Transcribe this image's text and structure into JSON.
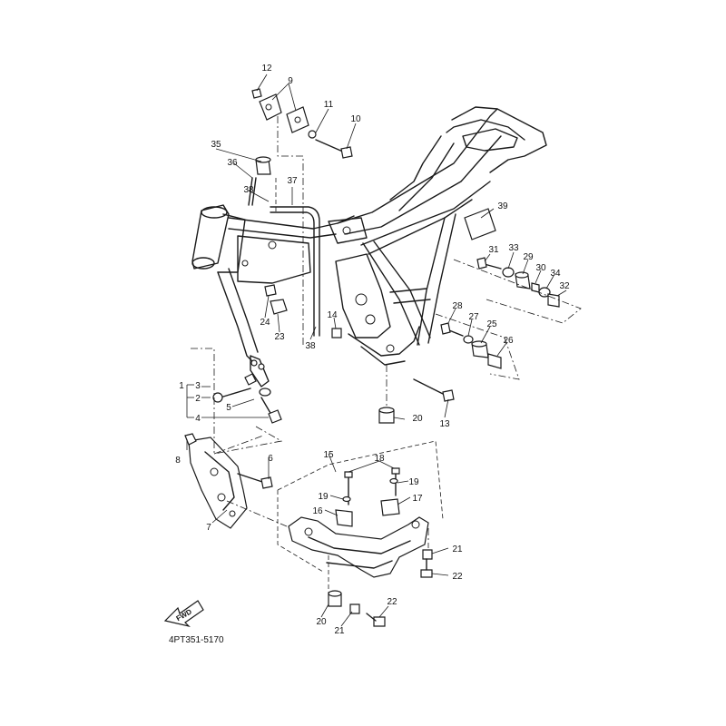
{
  "diagram": {
    "reference_code": "4PT351-5170",
    "fwd_label": "FWD",
    "callouts": [
      {
        "id": "c1",
        "label": "1"
      },
      {
        "id": "c2",
        "label": "2"
      },
      {
        "id": "c3",
        "label": "3"
      },
      {
        "id": "c4",
        "label": "4"
      },
      {
        "id": "c5",
        "label": "5"
      },
      {
        "id": "c6",
        "label": "6"
      },
      {
        "id": "c7",
        "label": "7"
      },
      {
        "id": "c8",
        "label": "8"
      },
      {
        "id": "c9",
        "label": "9"
      },
      {
        "id": "c10",
        "label": "10"
      },
      {
        "id": "c11",
        "label": "11"
      },
      {
        "id": "c12",
        "label": "12"
      },
      {
        "id": "c13",
        "label": "13"
      },
      {
        "id": "c14",
        "label": "14"
      },
      {
        "id": "c15",
        "label": "15"
      },
      {
        "id": "c16",
        "label": "16"
      },
      {
        "id": "c17",
        "label": "17"
      },
      {
        "id": "c18",
        "label": "18"
      },
      {
        "id": "c19a",
        "label": "19"
      },
      {
        "id": "c19b",
        "label": "19"
      },
      {
        "id": "c20a",
        "label": "20"
      },
      {
        "id": "c20b",
        "label": "20"
      },
      {
        "id": "c21a",
        "label": "21"
      },
      {
        "id": "c21b",
        "label": "21"
      },
      {
        "id": "c22a",
        "label": "22"
      },
      {
        "id": "c22b",
        "label": "22"
      },
      {
        "id": "c23",
        "label": "23"
      },
      {
        "id": "c24",
        "label": "24"
      },
      {
        "id": "c25",
        "label": "25"
      },
      {
        "id": "c26",
        "label": "26"
      },
      {
        "id": "c27",
        "label": "27"
      },
      {
        "id": "c28",
        "label": "28"
      },
      {
        "id": "c29",
        "label": "29"
      },
      {
        "id": "c30",
        "label": "30"
      },
      {
        "id": "c31",
        "label": "31"
      },
      {
        "id": "c32",
        "label": "32"
      },
      {
        "id": "c33",
        "label": "33"
      },
      {
        "id": "c34",
        "label": "34"
      },
      {
        "id": "c35",
        "label": "35"
      },
      {
        "id": "c36",
        "label": "36"
      },
      {
        "id": "c37",
        "label": "37"
      },
      {
        "id": "c38a",
        "label": "38"
      },
      {
        "id": "c38b",
        "label": "38"
      },
      {
        "id": "c39",
        "label": "39"
      }
    ]
  }
}
